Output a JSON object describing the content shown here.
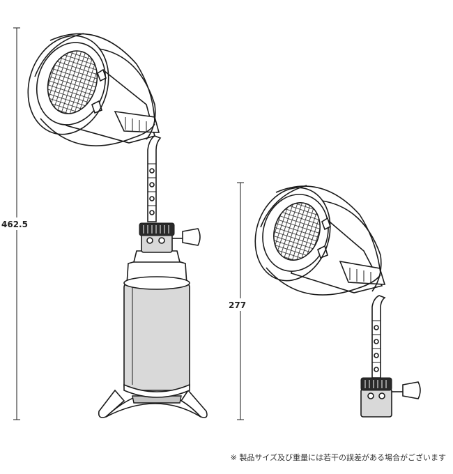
{
  "dimensions": {
    "total_height": "462.5",
    "head_height": "277"
  },
  "note": "※ 製品サイズ及び重量には若干の誤差がある場合がございます"
}
